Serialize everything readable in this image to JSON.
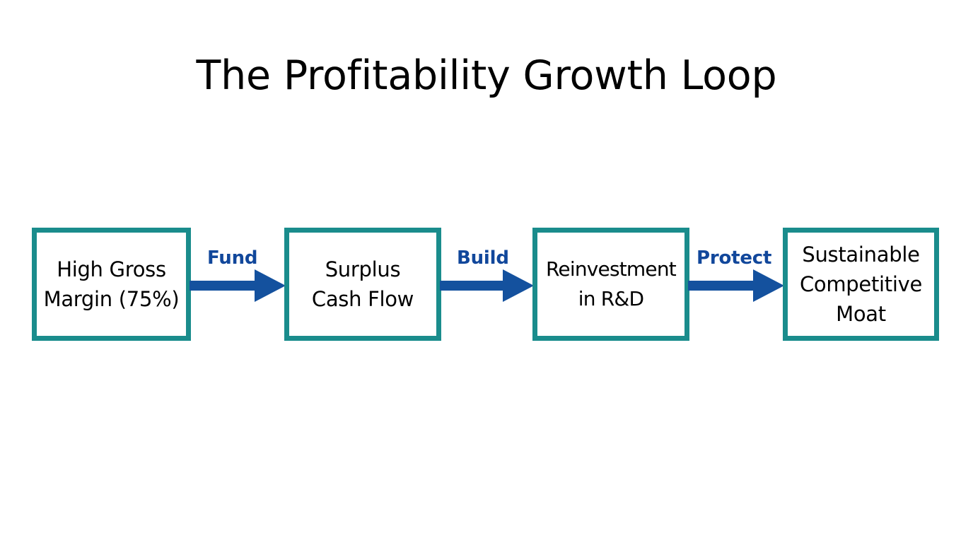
{
  "slide": {
    "title": "The Profitability Growth Loop",
    "background_color": "#FFFFFF"
  },
  "theme": {
    "box_border_color": "#1A8C8C",
    "box_fill_color": "#FFFFFF",
    "arrow_color": "#14519E",
    "label_color": "#11479B",
    "title_color": "#000000"
  },
  "diagram": {
    "type": "linear-flow",
    "nodes": [
      {
        "id": "node-1",
        "label": "High Gross\nMargin (75%)",
        "lines": [
          "High Gross",
          "Margin (75%)"
        ]
      },
      {
        "id": "node-2",
        "label": "Surplus\nCash Flow",
        "lines": [
          "Surplus",
          "Cash Flow"
        ]
      },
      {
        "id": "node-3",
        "label": "Reinvestment\nin R&D",
        "lines": [
          "Reinvestment",
          "in R&D"
        ]
      },
      {
        "id": "node-4",
        "label": "Sustainable\nCompetitive\nMoat",
        "lines": [
          "Sustainable",
          "Competitive",
          "Moat"
        ]
      }
    ],
    "connectors": [
      {
        "id": "arrow-1",
        "label": "Fund",
        "from": "node-1",
        "to": "node-2",
        "icon": "right-arrow-icon"
      },
      {
        "id": "arrow-2",
        "label": "Build",
        "from": "node-2",
        "to": "node-3",
        "icon": "right-arrow-icon"
      },
      {
        "id": "arrow-3",
        "label": "Protect",
        "from": "node-3",
        "to": "node-4",
        "icon": "right-arrow-icon"
      }
    ]
  }
}
